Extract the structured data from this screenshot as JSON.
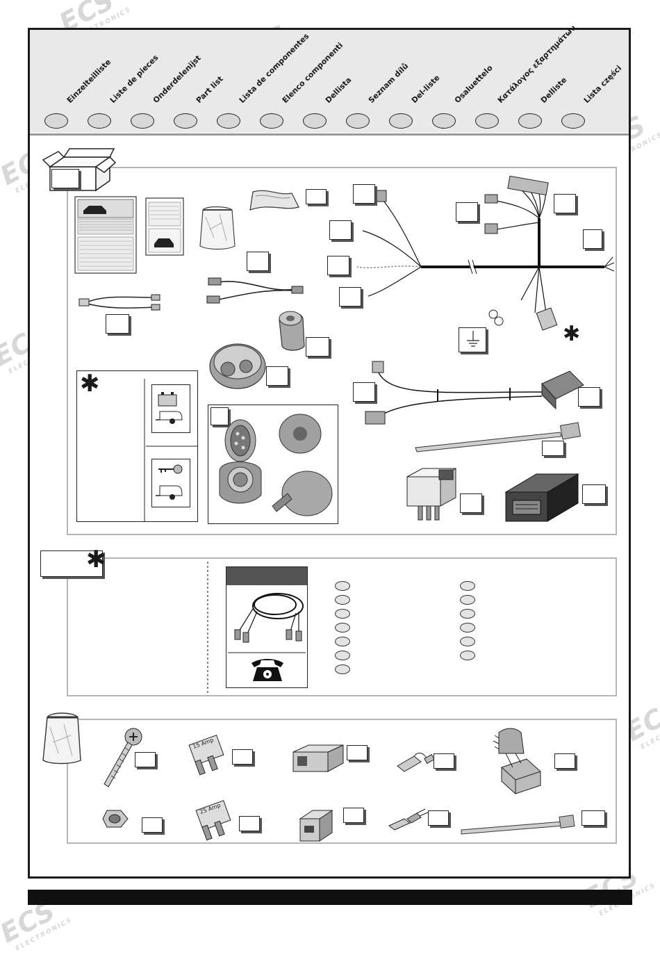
{
  "header": {
    "languages": [
      "Einzelteilliste",
      "Liste de pieces",
      "Onderdelenijst",
      "Part list",
      "Lista de componentes",
      "Elenco componenti",
      "Dellista",
      "Seznam dílů",
      "Del-liste",
      "Osaluettelo",
      "Κατάλογος εξαρτημάτων",
      "Delliste",
      "Lista części"
    ]
  },
  "watermark": {
    "brand": "ECS",
    "sub": "ELECTRONICS"
  },
  "fuses": {
    "top_label": "15 Amp",
    "bottom_label": "25 Amp"
  },
  "icons": {
    "star": "asterisk-icon",
    "ground": "ground-symbol-icon",
    "phone": "telephone-icon",
    "box": "cardboard-box-icon",
    "bag": "parts-bag-icon"
  },
  "colors": {
    "panel_border": "#b5b5b5",
    "header_band": "#e9e9e9",
    "oval_fill": "#d8d8d8"
  }
}
